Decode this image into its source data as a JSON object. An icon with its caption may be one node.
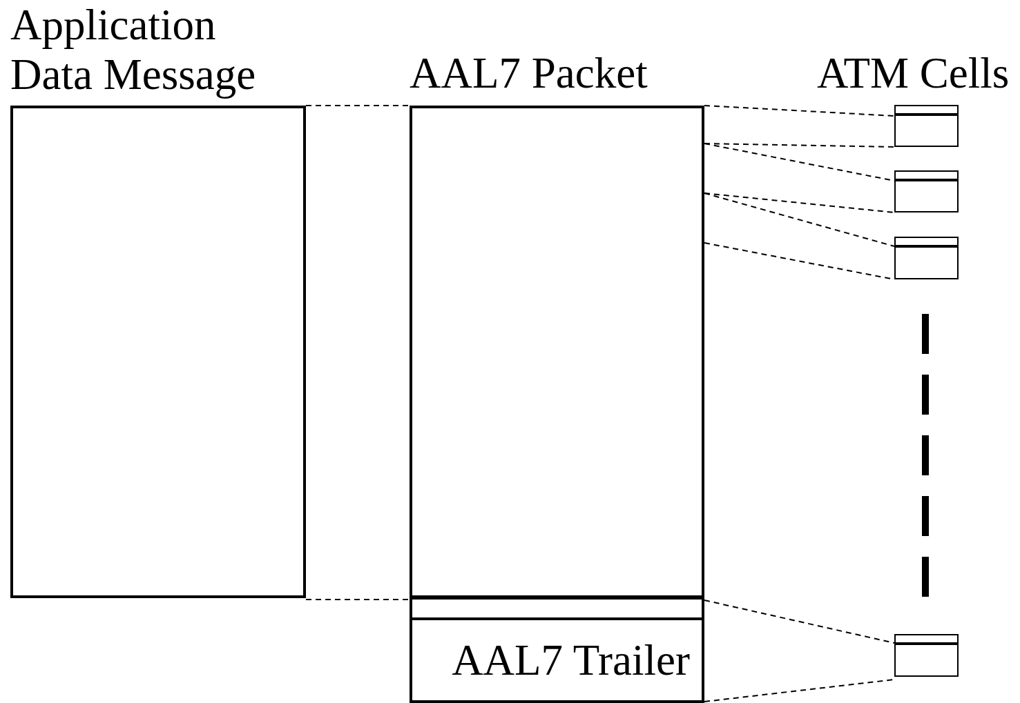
{
  "diagram": {
    "nodes": [
      {
        "text": [
          "Application Data Message"
        ]
      },
      {
        "text": [
          "AAL7 Packet"
        ]
      },
      {
        "text": [],
        "shape": "box"
      },
      {
        "text": [
          "AAL7 Trailer"
        ]
      },
      {
        "text": [],
        "shape": "box"
      },
      {
        "text": [],
        "shape": "box"
      },
      {
        "text": [],
        "shape": "box"
      },
      {
        "text": [],
        "shape": "box"
      }
    ],
    "edges": [
      {
        "from": 0,
        "to": 1,
        "arrow": "none",
        "style": "dashed"
      },
      {
        "from": 0,
        "to": 1,
        "arrow": "none",
        "style": "dashed"
      },
      {
        "from": 1,
        "to": 4,
        "arrow": "none",
        "style": "dashed"
      },
      {
        "from": 1,
        "to": 4,
        "arrow": "none",
        "style": "dashed"
      },
      {
        "from": 1,
        "to": 5,
        "arrow": "none",
        "style": "dashed"
      },
      {
        "from": 1,
        "to": 5,
        "arrow": "none",
        "style": "dashed"
      },
      {
        "from": 1,
        "to": 6,
        "arrow": "none",
        "style": "dashed"
      },
      {
        "from": 1,
        "to": 6,
        "arrow": "none",
        "style": "dashed"
      },
      {
        "from": 2,
        "to": 7,
        "arrow": "none",
        "style": "dashed"
      },
      {
        "from": 3,
        "to": 7,
        "arrow": "none",
        "style": "dashed"
      }
    ],
    "labels": [
      "ATM Cells"
    ]
  }
}
